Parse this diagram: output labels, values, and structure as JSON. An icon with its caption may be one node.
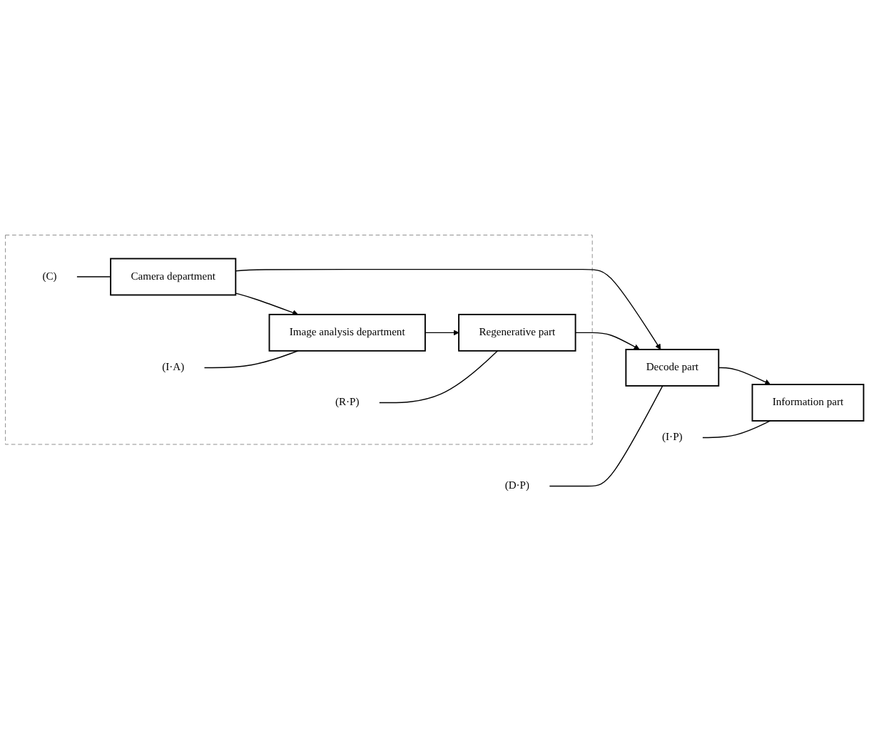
{
  "diagram": {
    "nodes": [
      {
        "text": [],
        "shape": "box"
      },
      {
        "text": [
          "(C)"
        ],
        "in": 0
      },
      {
        "text": [
          "Camera department"
        ],
        "in": 0
      },
      {
        "text": [
          "(I·A)"
        ],
        "in": 0
      },
      {
        "text": [
          "Image analysis department"
        ],
        "in": 0
      },
      {
        "text": [
          "(R·P)"
        ],
        "in": 0
      },
      {
        "text": [
          "Regenerative part"
        ],
        "in": 0
      },
      {
        "text": [
          "(D·P)"
        ]
      },
      {
        "text": [
          "Decode part"
        ]
      },
      {
        "text": [
          "(I·P)"
        ]
      },
      {
        "text": [
          "Information part"
        ]
      }
    ],
    "edges": [
      {
        "from": 1,
        "to": 2,
        "arrow": "none"
      },
      {
        "from": 2,
        "to": 4,
        "arrow": "to"
      },
      {
        "from": 3,
        "to": 4,
        "arrow": "none"
      },
      {
        "from": 4,
        "to": 6,
        "arrow": "to"
      },
      {
        "from": 5,
        "to": 6,
        "arrow": "none"
      },
      {
        "from": 2,
        "to": 8,
        "arrow": "to"
      },
      {
        "from": 6,
        "to": 8,
        "arrow": "to"
      },
      {
        "from": 7,
        "to": 8,
        "arrow": "none"
      },
      {
        "from": 8,
        "to": 10,
        "arrow": "to"
      },
      {
        "from": 9,
        "to": 10,
        "arrow": "none"
      }
    ]
  }
}
